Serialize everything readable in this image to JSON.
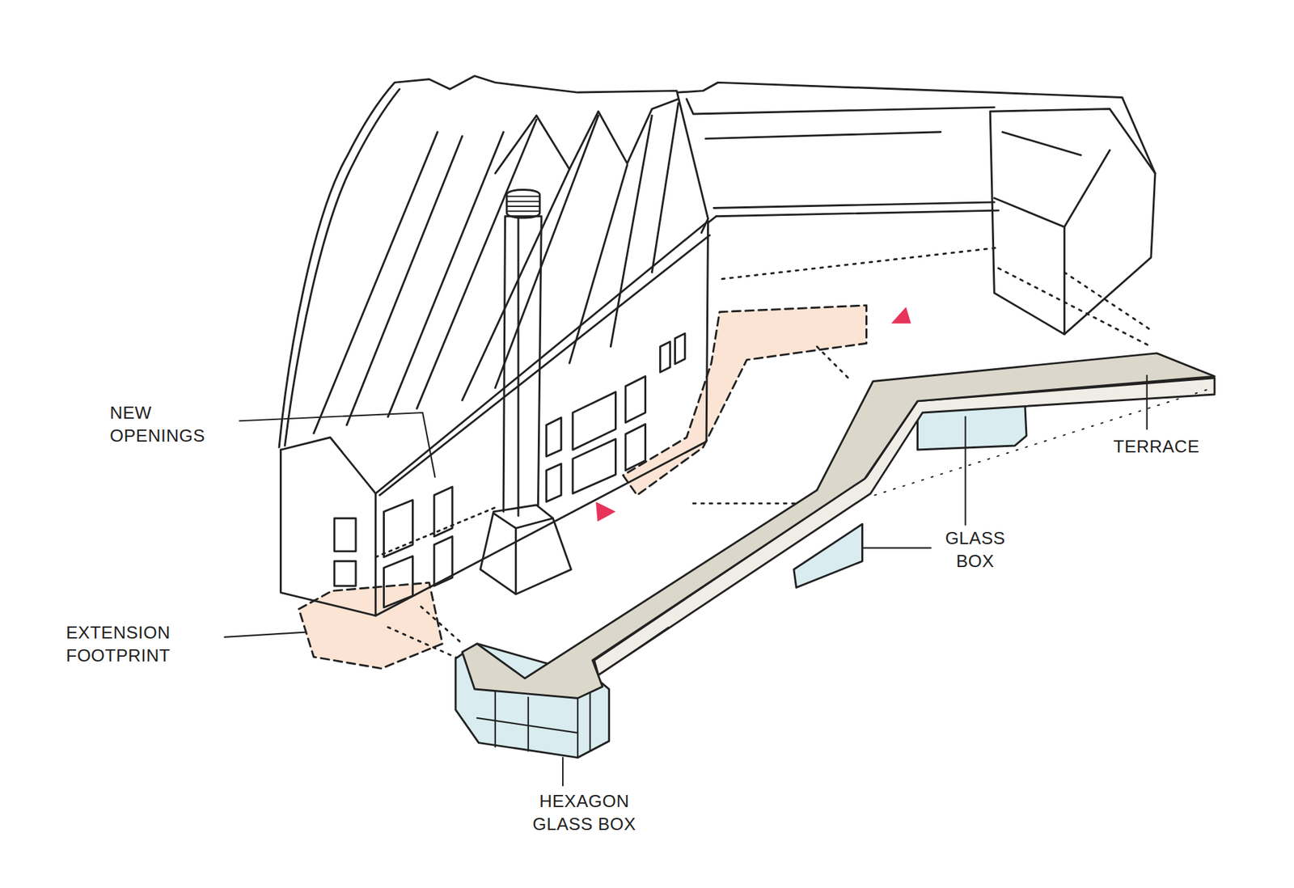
{
  "diagram": {
    "labels": [
      "NEW OPENINGS",
      "EXTENSION FOOTPRINT",
      "GLASS BOX",
      "HEXAGON GLASS BOX",
      "TERRACE"
    ]
  }
}
